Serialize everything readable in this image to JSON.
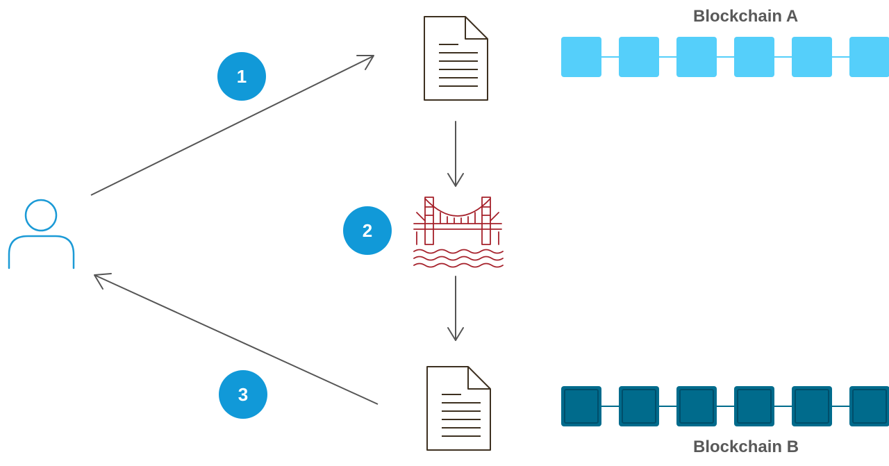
{
  "diagram": {
    "colors": {
      "badge": "#1199D8",
      "chain_a": "#55CFFA",
      "chain_b": "#006B8C",
      "chain_b_inner": "#004E6A",
      "user": "#1B9AD6",
      "bridge": "#A5202A",
      "document": "#3D3020",
      "arrow": "#555555",
      "label": "#595959"
    },
    "blockchain_a": {
      "label": "Blockchain A",
      "block_count": 6
    },
    "blockchain_b": {
      "label": "Blockchain B",
      "block_count": 6
    },
    "steps": [
      {
        "number": "1"
      },
      {
        "number": "2"
      },
      {
        "number": "3"
      }
    ],
    "icons": {
      "user": "user-icon",
      "source_document": "document-icon",
      "target_document": "document-icon",
      "bridge": "bridge-icon"
    }
  }
}
